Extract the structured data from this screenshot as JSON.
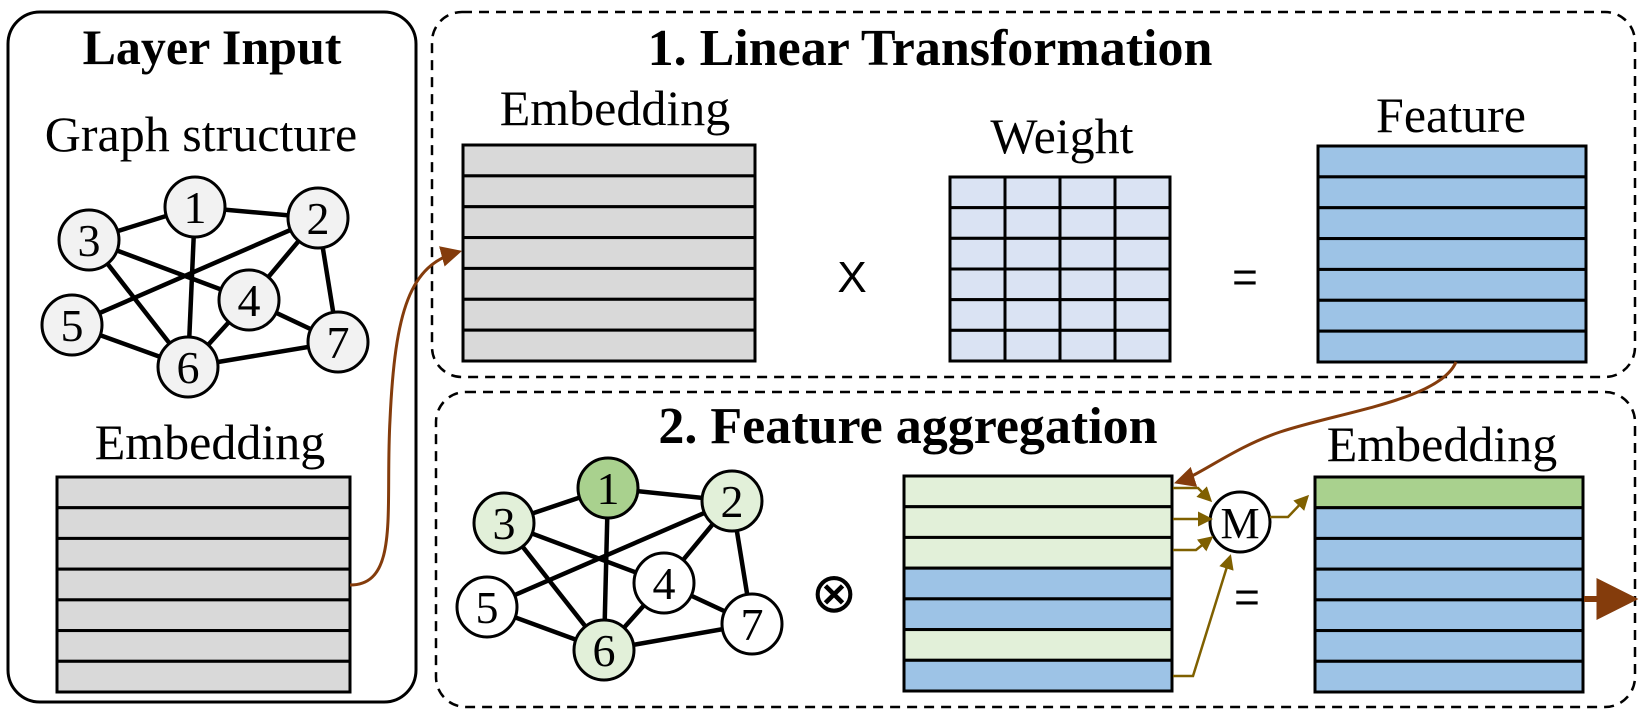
{
  "layer_input": {
    "title": "Layer Input",
    "graph_label": "Graph structure",
    "embedding_label": "Embedding"
  },
  "linear_transformation": {
    "title": "1. Linear Transformation",
    "embedding_label": "Embedding",
    "weight_label": "Weight",
    "feature_label": "Feature",
    "multiply_symbol": "X",
    "equals_symbol": "="
  },
  "feature_aggregation": {
    "title": "2. Feature aggregation",
    "embedding_label": "Embedding",
    "tensor_symbol": "⊗",
    "aggregate_symbol": "M",
    "equals_symbol": "="
  },
  "graph": {
    "nodes": [
      "1",
      "2",
      "3",
      "4",
      "5",
      "6",
      "7"
    ],
    "edges": [
      [
        "3",
        "1"
      ],
      [
        "1",
        "2"
      ],
      [
        "1",
        "6"
      ],
      [
        "3",
        "4"
      ],
      [
        "3",
        "6"
      ],
      [
        "5",
        "2"
      ],
      [
        "5",
        "6"
      ],
      [
        "6",
        "4"
      ],
      [
        "6",
        "7"
      ],
      [
        "4",
        "2"
      ],
      [
        "4",
        "7"
      ],
      [
        "2",
        "7"
      ]
    ],
    "highlighted_nodes": [
      "1"
    ],
    "neighbor_nodes": [
      "2",
      "3",
      "6"
    ]
  },
  "colors": {
    "embedding_gray": "#d9d9d9",
    "weight_blue": "#dae3f3",
    "feature_blue": "#9dc3e6",
    "neighbor_green": "#e2f0d9",
    "highlight_green": "#a9d18e",
    "arrow_brown": "#843c0c",
    "arrow_olive": "#7f6000",
    "node_gray": "#f2f2f2"
  },
  "aggregation_rows": [
    "neighbor",
    "neighbor",
    "neighbor",
    "feature",
    "feature",
    "neighbor",
    "feature"
  ],
  "output_rows": [
    "highlight",
    "feature",
    "feature",
    "feature",
    "feature",
    "feature",
    "feature"
  ]
}
